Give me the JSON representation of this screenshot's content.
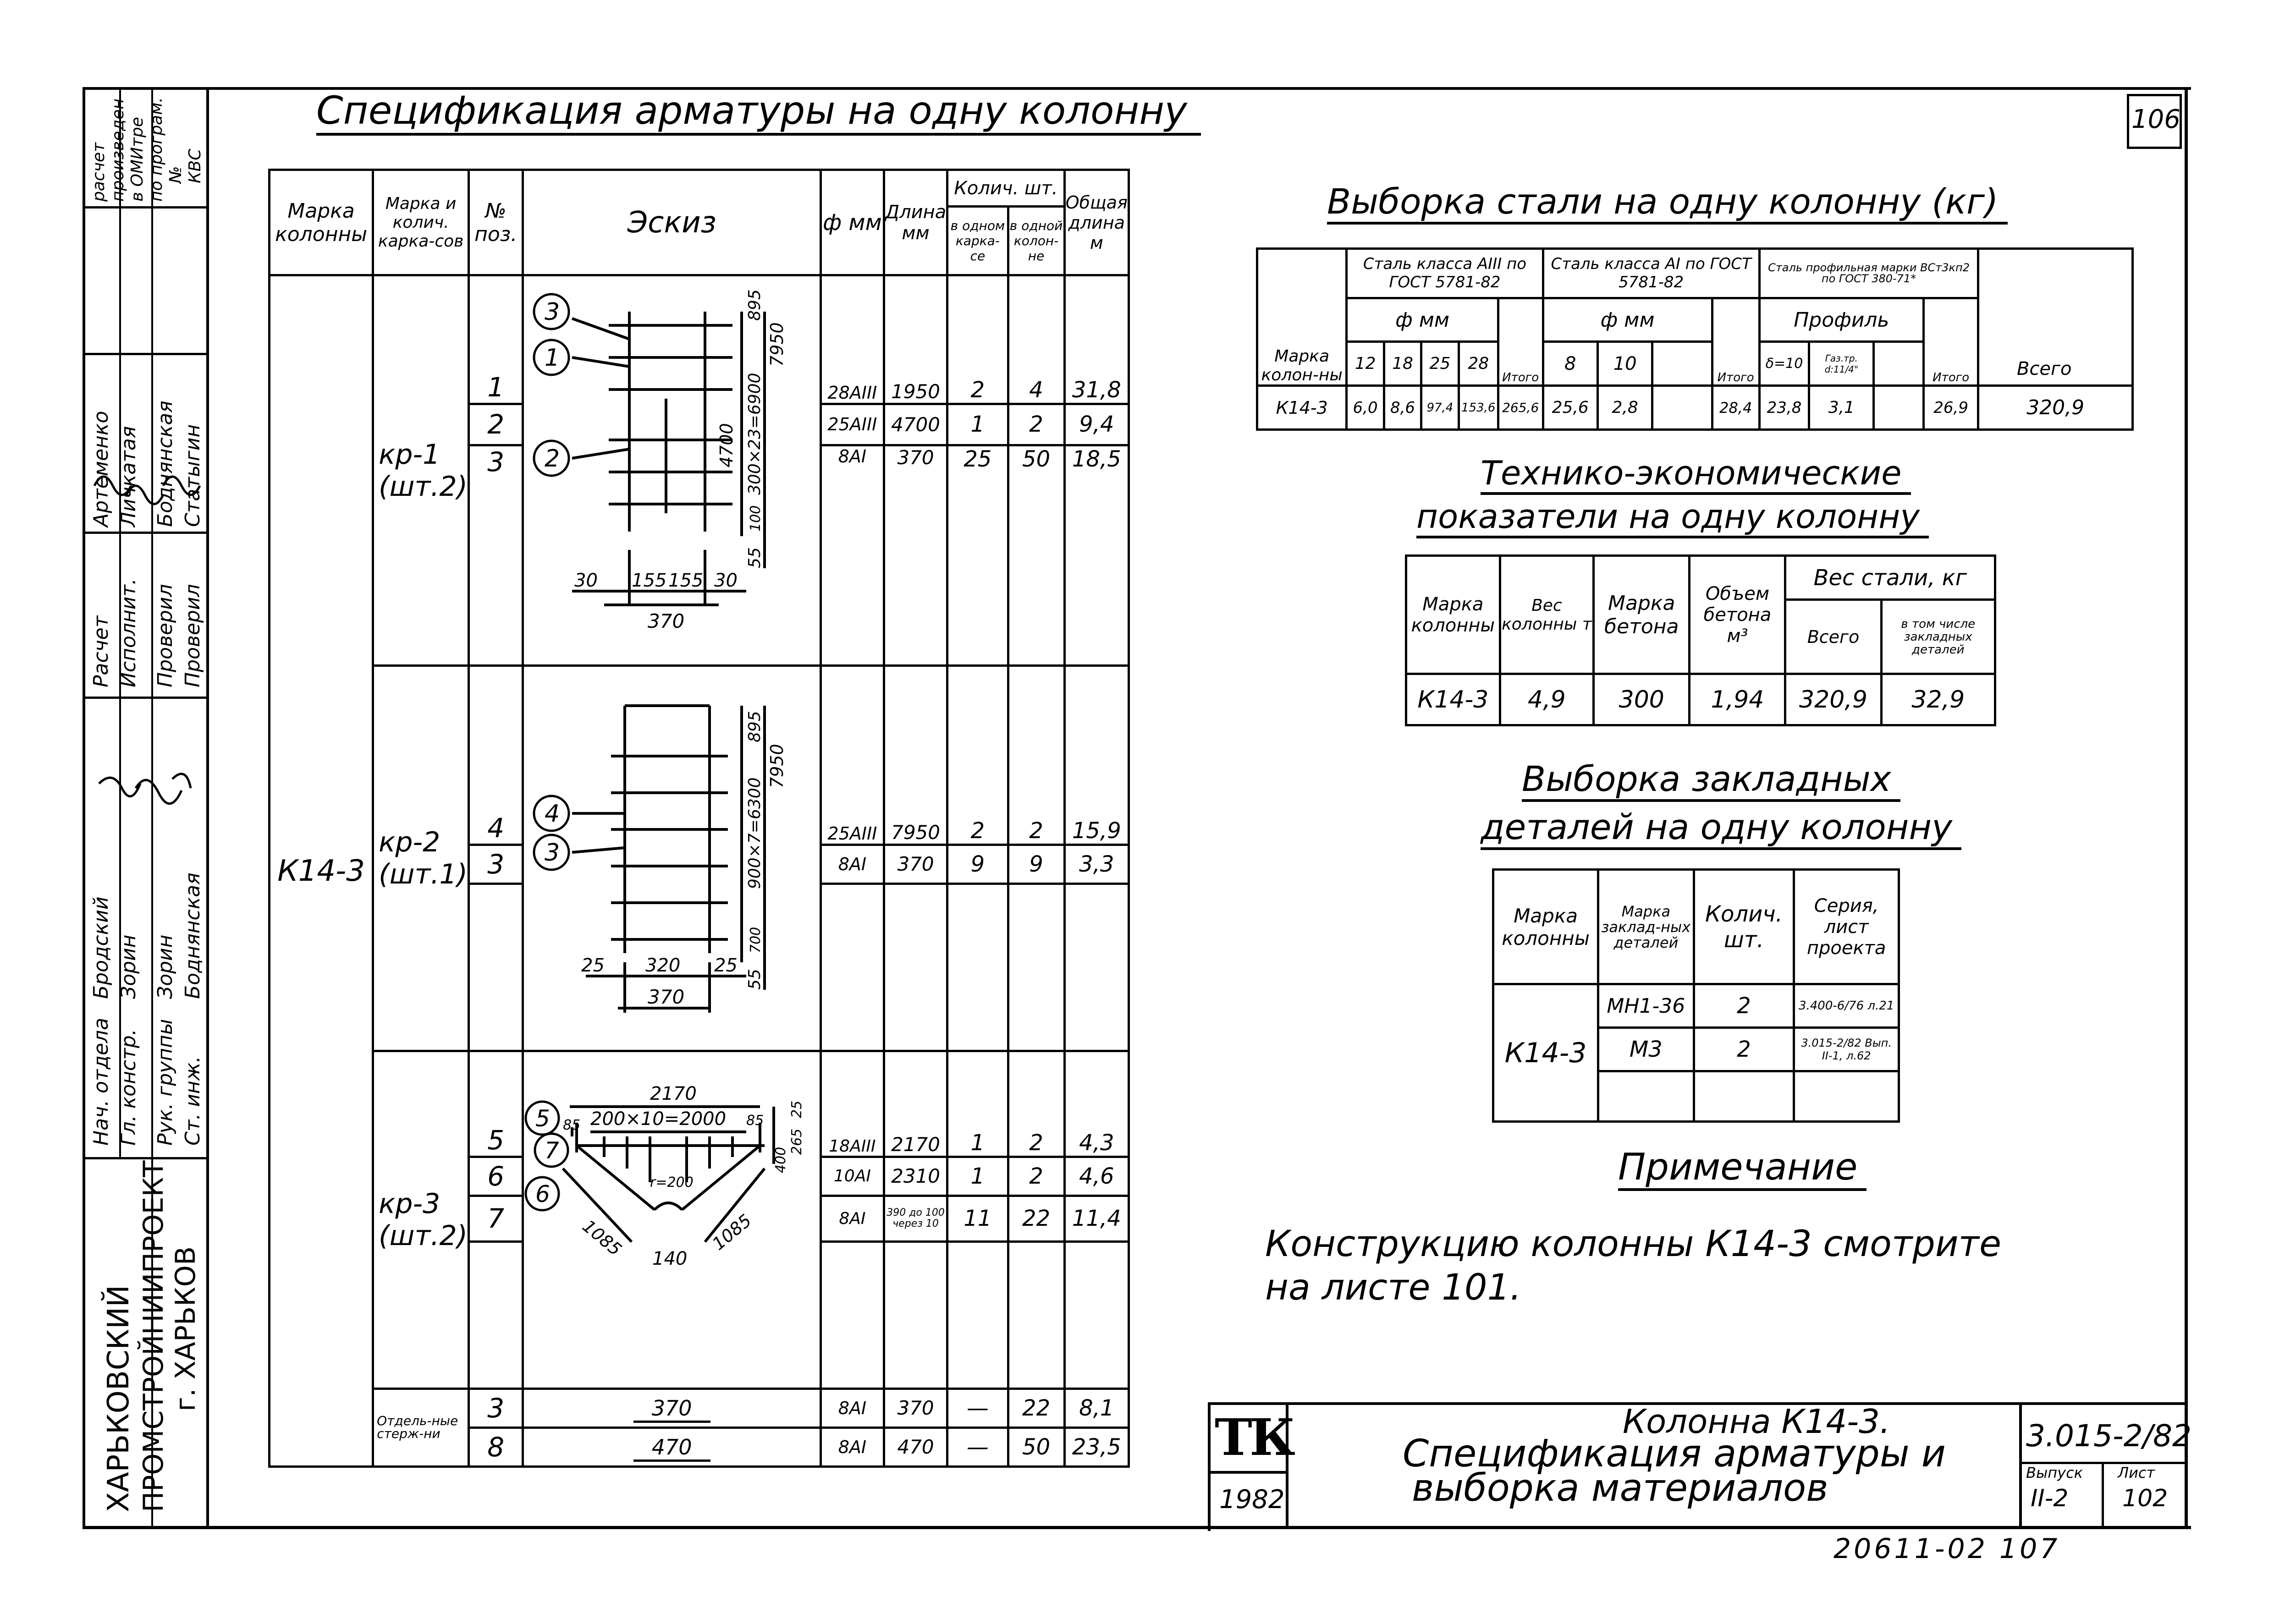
{
  "page_number": "106",
  "side_stamp": {
    "org_line1": "ХАРЬКОВСКИЙ",
    "org_line2": "ПРОМСТРОЙНИИПРОЕКТ",
    "org_line3": "г. ХАРЬКОВ",
    "roles": [
      "Нач. отдела",
      "Гл. констр.",
      "Рук. группы",
      "Ст. инж.",
      "Расчет",
      "Исполнит.",
      "Проверил",
      "Проверил"
    ],
    "names": [
      "Бродский",
      "Зорин",
      "Зорин",
      "Боднянская",
      "Артеменко",
      "Личкатая",
      "Боднянская",
      "Статыгин"
    ],
    "top_cols": [
      "расчет",
      "произведен",
      "в ОМИтре",
      "по програм.",
      "№",
      "КВС"
    ]
  },
  "spec": {
    "title": "Спецификация арматуры на одну колонну",
    "headers": {
      "mark": "Марка колонны",
      "frame_mark": "Марка и колич. карка-сов",
      "pos": "№ поз.",
      "sketch": "Эскиз",
      "diam": "ф мм",
      "length": "Длина мм",
      "qty": "Колич. шт.",
      "qty_frame": "в одном карка-се",
      "qty_col": "в одной колон-не",
      "total": "Общая длина м"
    },
    "column_mark": "К14-3",
    "groups": [
      {
        "frame": "кр-1",
        "count": "(шт.2)",
        "rows": [
          {
            "pos": "1",
            "diam": "28АIII",
            "len": "1950",
            "qf": "2",
            "qc": "4",
            "tot": "31,8"
          },
          {
            "pos": "2",
            "diam": "25АIII",
            "len": "4700",
            "qf": "1",
            "qc": "2",
            "tot": "9,4"
          },
          {
            "pos": "3",
            "diam": "8АI",
            "len": "370",
            "qf": "25",
            "qc": "50",
            "tot": "18,5"
          }
        ]
      },
      {
        "frame": "кр-2",
        "count": "(шт.1)",
        "rows": [
          {
            "pos": "4",
            "diam": "25АIII",
            "len": "7950",
            "qf": "2",
            "qc": "2",
            "tot": "15,9"
          },
          {
            "pos": "3",
            "diam": "8АI",
            "len": "370",
            "qf": "9",
            "qc": "9",
            "tot": "3,3"
          }
        ]
      },
      {
        "frame": "кр-3",
        "count": "(шт.2)",
        "rows": [
          {
            "pos": "5",
            "diam": "18АIII",
            "len": "2170",
            "qf": "1",
            "qc": "2",
            "tot": "4,3"
          },
          {
            "pos": "6",
            "diam": "10АI",
            "len": "2310",
            "qf": "1",
            "qc": "2",
            "tot": "4,6"
          },
          {
            "pos": "7",
            "diam": "8АI",
            "len": "390 до 100 через 10",
            "qf": "11",
            "qc": "22",
            "tot": "11,4"
          }
        ]
      },
      {
        "frame": "Отдель-ные стерж-ни",
        "count": "",
        "rows": [
          {
            "pos": "3",
            "diam": "8АI",
            "len": "370",
            "qf": "—",
            "qc": "22",
            "tot": "8,1",
            "sketch": "370"
          },
          {
            "pos": "8",
            "diam": "8АI",
            "len": "470",
            "qf": "—",
            "qc": "50",
            "tot": "23,5",
            "sketch": "470"
          }
        ]
      }
    ],
    "sketch1": {
      "callouts": [
        "3",
        "1",
        "2"
      ],
      "dims": [
        "4700",
        "100",
        "300×23=6900",
        "895",
        "7950",
        "55",
        "30",
        "155",
        "155",
        "30",
        "370"
      ]
    },
    "sketch2": {
      "callouts": [
        "4",
        "3"
      ],
      "dims": [
        "895",
        "900×7=6300",
        "7950",
        "700",
        "55",
        "25",
        "320",
        "25",
        "370"
      ]
    },
    "sketch3": {
      "callouts": [
        "5",
        "7",
        "6"
      ],
      "dims": [
        "2170",
        "85",
        "200×10=2000",
        "85",
        "265",
        "25",
        "400",
        "r=200",
        "1085",
        "140",
        "1085"
      ]
    }
  },
  "steel": {
    "title": "Выборка стали на одну колонну (кг)",
    "mark_header": "Марка колон-ны",
    "group1": "Сталь класса АIII по ГОСТ 5781-82",
    "group2": "Сталь класса АI по ГОСТ 5781-82",
    "group3": "Сталь профильная марки ВСт3кп2 по ГОСТ 380-71*",
    "phi_mm": "ф мм",
    "profile": "Профиль",
    "d1": [
      "12",
      "18",
      "25",
      "28"
    ],
    "itogo": "Итого",
    "d2": [
      "8",
      "10"
    ],
    "p3": [
      "δ=10",
      "Газ.тр. d:11/4\""
    ],
    "vsego": "Всего",
    "row": [
      "К14-3",
      "6,0",
      "8,6",
      "97,4",
      "153,6",
      "265,6",
      "25,6",
      "2,8",
      "",
      "28,4",
      "23,8",
      "3,1",
      "",
      "26,9",
      "320,9"
    ]
  },
  "tech": {
    "title1": "Технико-экономические",
    "title2": "показатели на одну колонну",
    "headers": [
      "Марка колонны",
      "Вес колонны т",
      "Марка бетона",
      "Объем бетона м³",
      "Вес стали, кг",
      "Всего",
      "в том числе закладных деталей"
    ],
    "row": [
      "К14-3",
      "4,9",
      "300",
      "1,94",
      "320,9",
      "32,9"
    ]
  },
  "embedded": {
    "title1": "Выборка закладных",
    "title2": "деталей на одну колонну",
    "headers": [
      "Марка колонны",
      "Марка заклад-ных деталей",
      "Колич. шт.",
      "Серия, лист проекта"
    ],
    "mark": "К14-3",
    "rows": [
      {
        "m": "МН1-36",
        "q": "2",
        "s": "3.400-6/76 л.21"
      },
      {
        "m": "М3",
        "q": "2",
        "s": "3.015-2/82 Вып. II-1, л.62"
      }
    ]
  },
  "note": {
    "title": "Примечание",
    "line1": "Конструкцию колонны К14-3 смотрите",
    "line2": "на листе 101."
  },
  "title_block": {
    "tk": "ТК",
    "year": "1982",
    "line1": "Колонна К14-3.",
    "line2": "Спецификация арматуры и",
    "line3": "выборка материалов",
    "series": "3.015-2/82",
    "issue_label": "Выпуск",
    "issue": "II-2",
    "sheet_label": "Лист",
    "sheet": "102"
  },
  "footer_code": "20611-02 107"
}
